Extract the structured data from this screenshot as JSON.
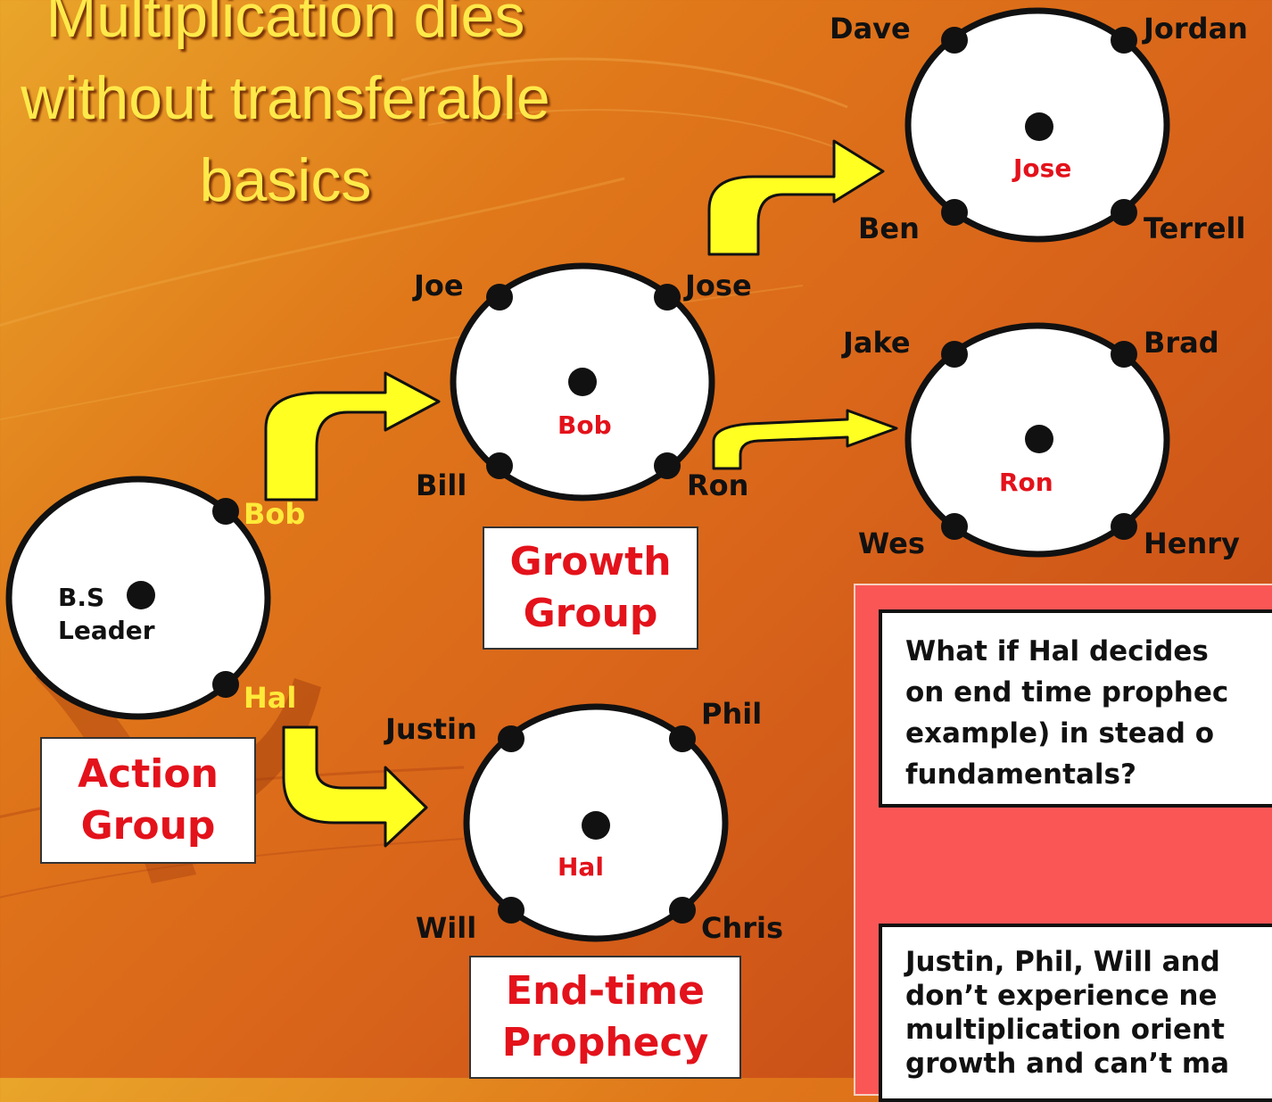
{
  "title": {
    "line1": "Multiplication dies",
    "line2": "without transferable",
    "line3": "basics"
  },
  "groups": {
    "action": {
      "center_line1": "B.S",
      "center_line2": "Leader",
      "members": {
        "top_right": "Bob",
        "bottom_right": "Hal"
      },
      "box_line1": "Action",
      "box_line2": "Group"
    },
    "growth": {
      "center": "Bob",
      "members": {
        "top_left": "Joe",
        "top_right": "Jose",
        "bottom_left": "Bill",
        "bottom_right": "Ron"
      },
      "box_line1": "Growth",
      "box_line2": "Group"
    },
    "endtime": {
      "center": "Hal",
      "members": {
        "top_left": "Justin",
        "top_right": "Phil",
        "bottom_left": "Will",
        "bottom_right": "Chris"
      },
      "box_line1": "End-time",
      "box_line2": "Prophecy"
    },
    "jose_group": {
      "center": "Jose",
      "members": {
        "top_left": "Dave",
        "top_right": "Jordan",
        "bottom_left": "Ben",
        "bottom_right": "Terrell"
      }
    },
    "ron_group": {
      "center": "Ron",
      "members": {
        "top_left": "Jake",
        "top_right": "Brad",
        "bottom_left": "Wes",
        "bottom_right": "Henry"
      }
    }
  },
  "panel": {
    "question": "What if Hal decides\non end time prophec\nexample) in stead o\nfundamentals?",
    "answer": "Justin, Phil, Will and\ndon’t experience ne\nmultiplication orient\ngrowth and can’t ma"
  },
  "colors": {
    "accent_yellow": "#ffff22",
    "label_red": "#e3121b",
    "panel_red": "#fb5656"
  }
}
